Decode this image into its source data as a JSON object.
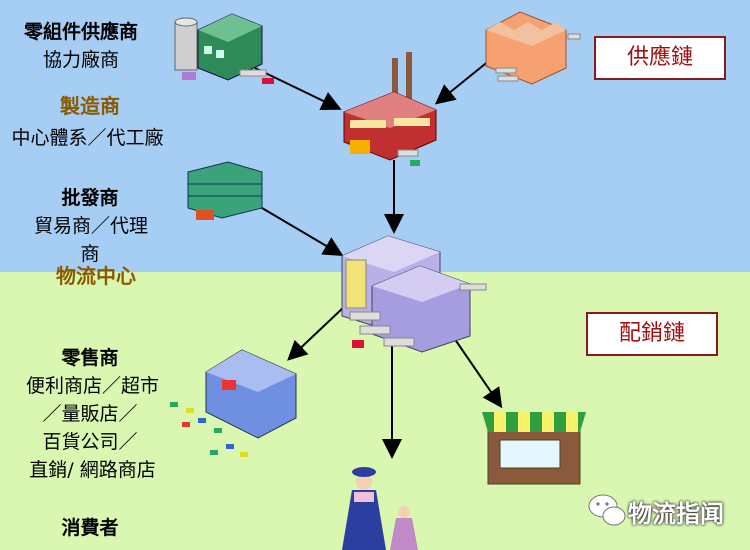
{
  "sections": {
    "supply_chain_label": "供應鏈",
    "distribution_chain_label": "配銷鏈"
  },
  "tiers": [
    {
      "title": "零組件供應商",
      "subtitle": "協力廠商"
    },
    {
      "title": "製造商",
      "subtitle": "中心體系／代工廠"
    },
    {
      "title": "批發商",
      "subtitle_lines": [
        "貿易商／代理",
        "商"
      ]
    },
    {
      "title": "物流中心"
    },
    {
      "title": "零售商",
      "subtitle_lines": [
        "便利商店／超市",
        "／量販店／",
        "百貨公司／",
        "直銷/ 網路商店"
      ]
    },
    {
      "title": "消費者"
    }
  ],
  "watermark": "物流指闻",
  "colors": {
    "supply_bg": "#a6cdf3",
    "distribution_bg": "#d9f7b0",
    "box_border": "#8b1a1a",
    "box_text": "#a01010",
    "manufacturer_label": "#8b5a00",
    "logistics_label": "#8b5a00"
  }
}
